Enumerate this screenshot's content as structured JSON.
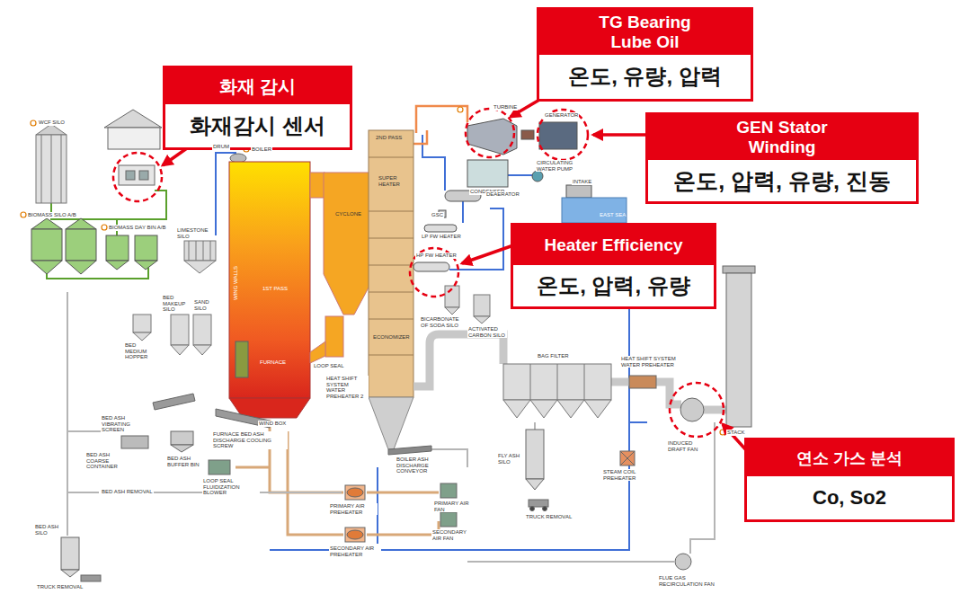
{
  "diagram": {
    "nodes": [
      {
        "text": [
          "TG Bearing Lube Oil"
        ]
      },
      {
        "text": [
          "온도, 유량, 압력"
        ],
        "in": 0
      },
      {
        "text": [
          "화재 감시"
        ]
      },
      {
        "text": [
          "화재감시 센서"
        ],
        "in": 2
      },
      {
        "text": [
          "GEN Stator Winding"
        ]
      },
      {
        "text": [
          "온도, 압력, 유량, 진동"
        ],
        "in": 4
      },
      {
        "text": [
          "Heater Efficiency"
        ]
      },
      {
        "text": [
          "온도, 압력, 유량"
        ],
        "in": 6
      },
      {
        "text": [
          "연소 가스 분석"
        ]
      },
      {
        "text": [
          "Co, So2"
        ],
        "in": 8
      }
    ],
    "labels": [
      "WCF SILO",
      "BIOMASS SILO A/B",
      "BIOMASS DAY BIN A/B",
      "DRUM",
      "BOILER",
      "LIMESTONE SILO",
      "WING WALLS",
      "1ST PASS",
      "FURNACE",
      "CYCLONE",
      "LOOP SEAL",
      "WIND BOX",
      "2ND PASS",
      "SUPER HEATER",
      "ECONOMIZER",
      "TURBINE",
      "GENERATOR",
      "CONDENSER",
      "CIRCULATING WATER PUMP",
      "INTAKE",
      "EAST SEA",
      "GSC",
      "DEAERATOR",
      "LP FW HEATER",
      "HP FW HEATER",
      "BICARBONATE OF SODA SILO",
      "ACTIVATED CARBON SILO",
      "BAG FILTER",
      "HEAT SHIFT SYSTEM WATER PREHEATER",
      "INDUCED DRAFT FAN",
      "STACK",
      "HEAT SHIFT SYSTEM WATER PREHEATER 2",
      "BOILER ASH DISCHARGE CONVEYOR",
      "FLY ASH SILO",
      "TRUCK REMOVAL",
      "STEAM COIL PREHEATER",
      "PRIMARY AIR PREHEATER",
      "PRIMARY AIR FAN",
      "SECONDARY AIR PREHEATER",
      "SECONDARY AIR FAN",
      "FLUE GAS RECIRCULATION FAN",
      "LOOP SEAL FLUIDIZATION BLOWER",
      "FURNACE BED ASH DISCHARGE COOLING SCREW",
      "BED ASH VIBRATING SCREEN",
      "BED ASH COARSE CONTAINER",
      "BED ASH BUFFER BIN",
      "BED ASH REMOVAL",
      "BED ASH SILO",
      "TRUCK REMOVAL",
      "BED MEDIUM HOPPER",
      "BED MAKEUP SILO",
      "SAND SILO"
    ]
  }
}
